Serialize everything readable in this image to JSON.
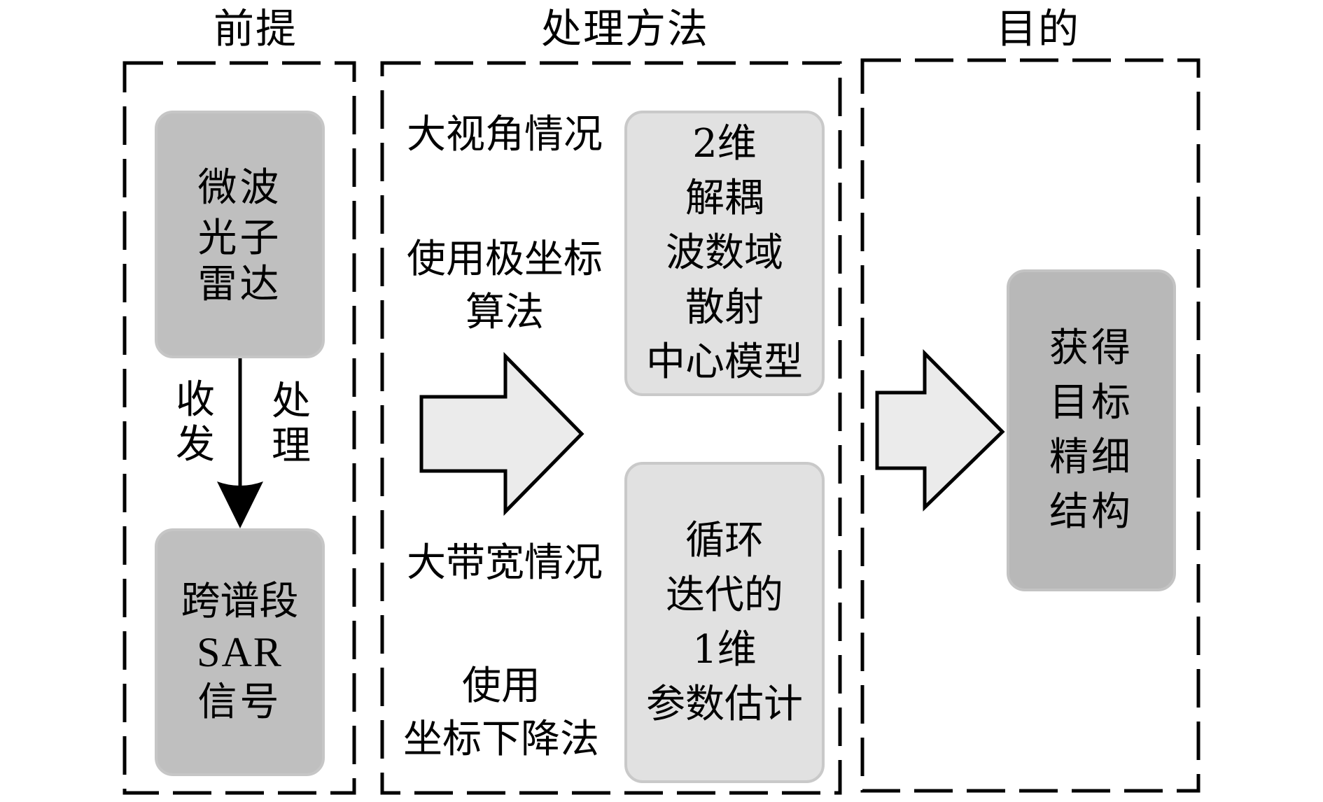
{
  "columns": [
    {
      "title": "前提",
      "boxes": [
        {
          "lines": [
            "微波",
            "光子",
            "雷达"
          ]
        },
        {
          "lines": [
            "跨谱段",
            "SAR",
            "信号"
          ]
        }
      ],
      "arrow": {
        "left_label": [
          "收",
          "发"
        ],
        "right_label": [
          "处",
          "理"
        ]
      }
    },
    {
      "title": "处理方法",
      "cases": [
        {
          "condition": "大视角情况",
          "method": [
            "使用极坐标",
            "算法"
          ],
          "result": [
            "2维",
            "解耦",
            "波数域",
            "散射",
            "中心模型"
          ]
        },
        {
          "condition": "大带宽情况",
          "method": [
            "使用",
            "坐标下降法"
          ],
          "result": [
            "循环",
            "迭代的",
            "1维",
            "参数估计"
          ]
        }
      ]
    },
    {
      "title": "目的",
      "boxes": [
        {
          "lines": [
            "获得",
            "目标",
            "精细",
            "结构"
          ]
        }
      ]
    }
  ],
  "colors": {
    "box_dark": "#bfbfbf",
    "box_light": "#e1e1e1",
    "box_darker": "#b8b8b8",
    "arrow_fill": "#ebebeb",
    "stroke": "#000000"
  }
}
